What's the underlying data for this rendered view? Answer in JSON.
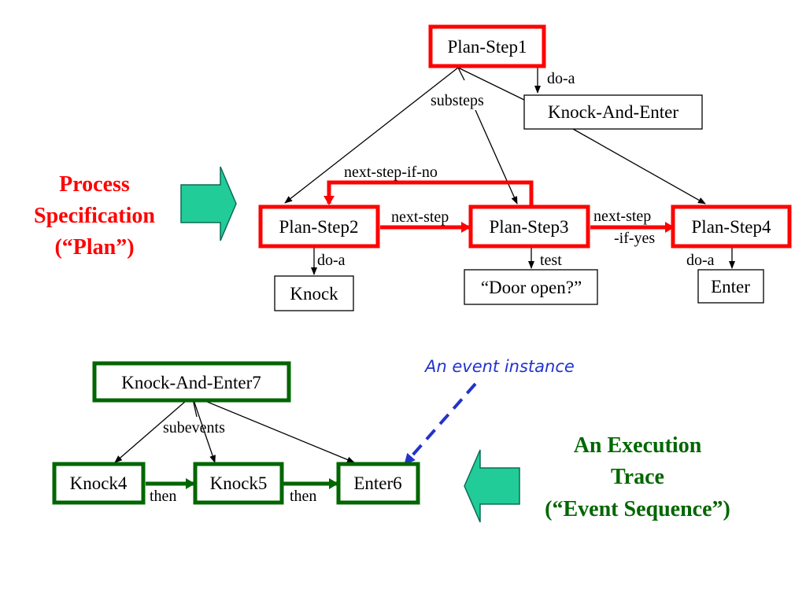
{
  "colors": {
    "plan": "#ff0000",
    "trace": "#006600",
    "instance": "#2233cc",
    "arrow_shape": "#22cc99",
    "ink": "#000000"
  },
  "plan_section": {
    "title_line1": "Process",
    "title_line2": "Specification",
    "title_line3": "(“Plan”)",
    "nodes": {
      "plan_step1": "Plan-Step1",
      "knock_and_enter": "Knock-And-Enter",
      "plan_step2": "Plan-Step2",
      "plan_step3": "Plan-Step3",
      "plan_step4": "Plan-Step4",
      "knock": "Knock",
      "door_open": "“Door open?”",
      "enter": "Enter"
    },
    "labels": {
      "do_a_top": "do-a",
      "substeps": "substeps",
      "next_step_if_no": "next-step-if-no",
      "next_step": "next-step",
      "next_step_if_yes_line1": "next-step",
      "next_step_if_yes_line2": "-if-yes",
      "do_a_step2": "do-a",
      "test": "test",
      "do_a_step4": "do-a"
    }
  },
  "trace_section": {
    "title_line1": "An Execution",
    "title_line2": "Trace",
    "title_line3": "(“Event Sequence”)",
    "instance_note": "An event instance",
    "nodes": {
      "knock_and_enter7": "Knock-And-Enter7",
      "knock4": "Knock4",
      "knock5": "Knock5",
      "enter6": "Enter6"
    },
    "labels": {
      "subevents": "subevents",
      "then_1": "then",
      "then_2": "then"
    }
  }
}
